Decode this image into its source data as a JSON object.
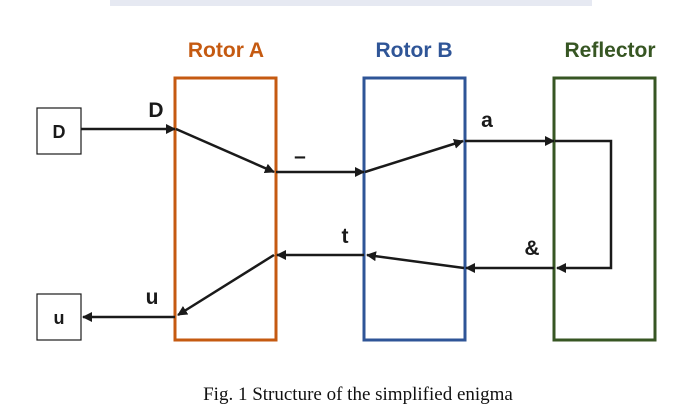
{
  "colors": {
    "rotor_a": "#c55a11",
    "rotor_b": "#2f5597",
    "reflector": "#375623",
    "arrow": "#1a1a1a",
    "top_banner": "#e6e9f2"
  },
  "components": {
    "rotor_a": "Rotor A",
    "rotor_b": "Rotor B",
    "reflector": "Reflector"
  },
  "input_box": "D",
  "output_box": "u",
  "signals": {
    "input": "D",
    "between_rotors_forward": "–",
    "to_reflector": "a",
    "from_reflector": "&",
    "between_rotors_back": "t",
    "output": "u"
  },
  "caption": "Fig. 1 Structure of the simplified enigma"
}
